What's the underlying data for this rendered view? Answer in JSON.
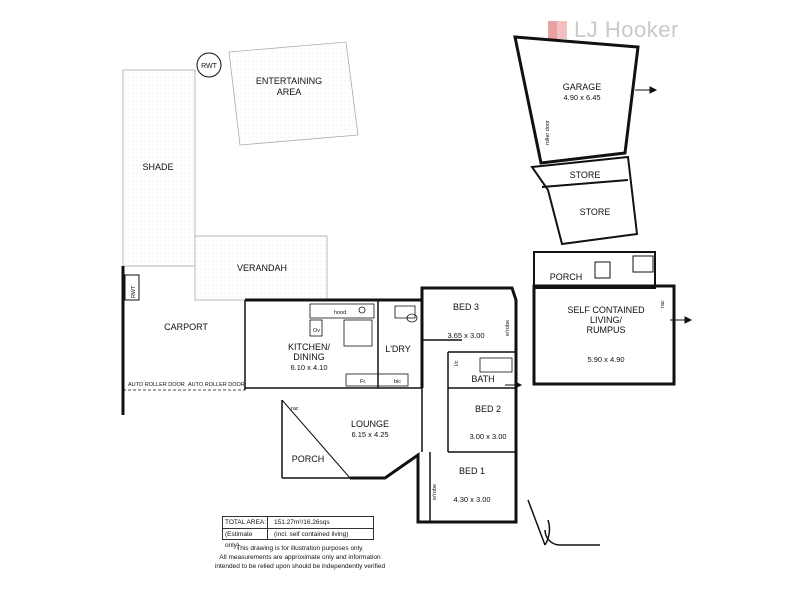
{
  "brand": {
    "name": "LJ Hooker"
  },
  "rooms": {
    "rwt_top": "RWT",
    "entertaining": [
      "ENTERTAINING",
      "AREA"
    ],
    "shade": "SHADE",
    "verandah": "VERANDAH",
    "rwt_side": "RWT",
    "carport": "CARPORT",
    "auto_door_1": "AUTO ROLLER DOOR",
    "auto_door_2": "AUTO ROLLER DOOR",
    "kitchen": [
      "KITCHEN/",
      "DINING"
    ],
    "kitchen_dim": "6.10 x 4.10",
    "ov": "Ov",
    "hood": "hood",
    "fr": "Fr.",
    "bic_kitchen": "bic",
    "ldry": "L'DRY",
    "bed3": "BED 3",
    "bed3_dim": "3.65 x 3.00",
    "wrobe_bed3": "w'robe",
    "lic_bath": "l/c",
    "bath": "BATH",
    "lounge": "LOUNGE",
    "lounge_dim": "6.15 x 4.25",
    "rac_porch": "rac",
    "porch": "PORCH",
    "bed2": "BED 2",
    "bed2_dim": "3.00 x 3.00",
    "bed1": "BED 1",
    "bed1_dim": "4.30 x 3.00",
    "wrobe_bed1": "w'robe",
    "garage": "GARAGE",
    "garage_dim": "4.90 x 6.45",
    "roller_door": "roller door",
    "store1": "STORE",
    "store2": "STORE",
    "porch2": "PORCH",
    "self_contained": [
      "SELF CONTAINED",
      "LIVING/",
      "RUMPUS"
    ],
    "self_contained_dim": "5.90 x 4.90",
    "rac_sc": "rac"
  },
  "area": {
    "label_1": "TOTAL AREA:",
    "value_1": "151.27m²/16.26sqs",
    "label_2": "(Estimate only)",
    "value_2": "(incl. self contained living)"
  },
  "disclaimer": [
    "This drawing is for illustration purposes only.",
    "All measurements are approximate only and information",
    "intended to be relied upon should be independently verified"
  ]
}
